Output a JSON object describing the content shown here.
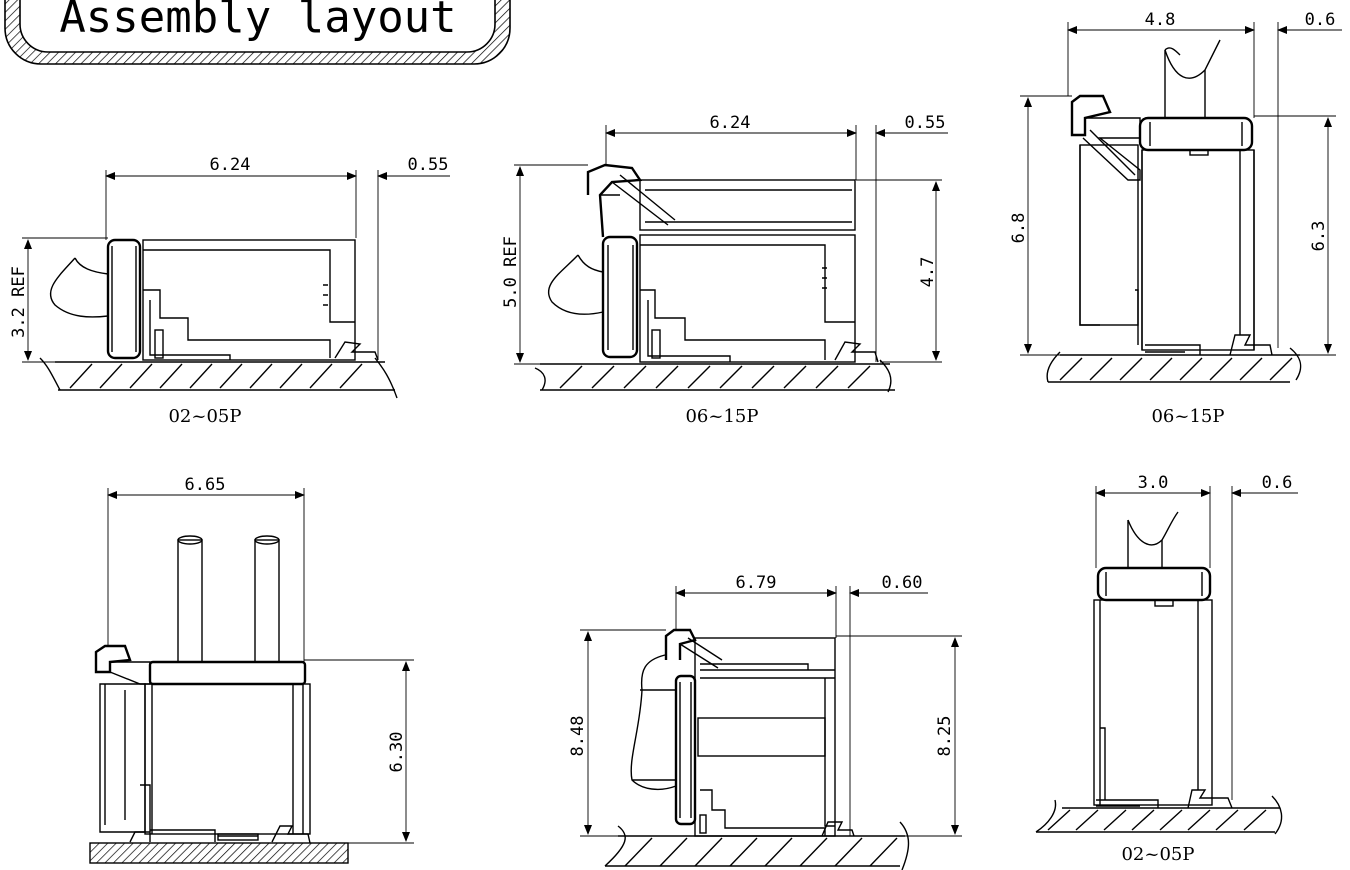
{
  "title": "Assembly layout",
  "views": [
    {
      "caption": "02~05P",
      "width": "6.24",
      "offset": "0.55",
      "height": "3.2 REF"
    },
    {
      "caption": "06~15P",
      "width": "6.24",
      "offset": "0.55",
      "height_left": "5.0 REF",
      "height_right": "4.7"
    },
    {
      "caption": "06~15P",
      "width": "4.8",
      "offset": "0.6",
      "height_left": "6.8",
      "height_right": "6.3"
    },
    {
      "width": "6.65",
      "height": "6.30"
    },
    {
      "width": "6.79",
      "offset": "0.60",
      "height_left": "8.48",
      "height_right": "8.25"
    },
    {
      "caption": "02~05P",
      "width": "3.0",
      "offset": "0.6"
    }
  ]
}
